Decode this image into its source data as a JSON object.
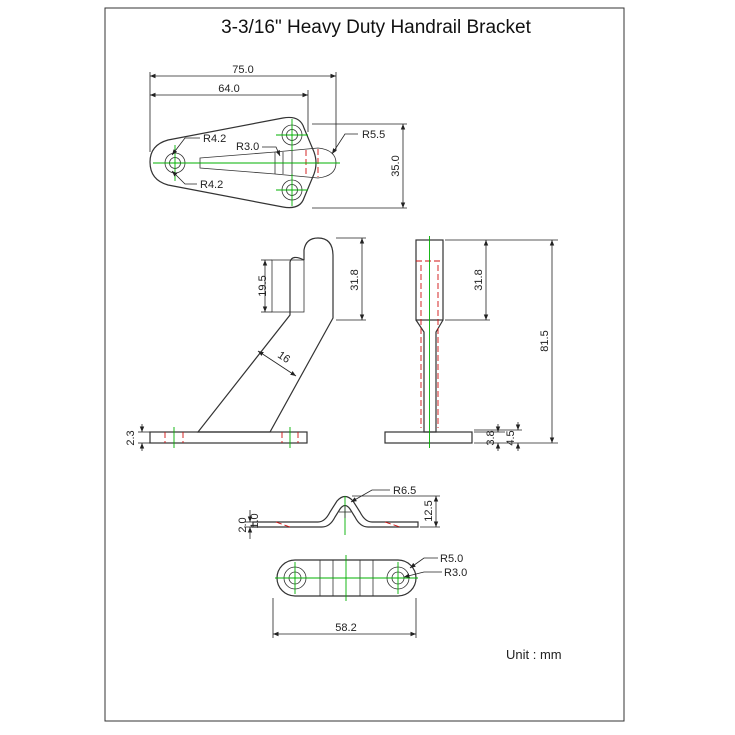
{
  "title": "3-3/16\" Heavy Duty Handrail Bracket",
  "unit_note": "Unit : mm",
  "top_view": {
    "dim_overall": "75.0",
    "dim_holes": "64.0",
    "dim_height": "35.0",
    "r_upper": "R4.2",
    "r_lower": "R4.2",
    "r_slot": "R3.0",
    "r_cup": "R5.5"
  },
  "side_view": {
    "dim_cup": "19.5",
    "dim_saddle": "31.8",
    "dim_arm": "16",
    "dim_base": "2.3"
  },
  "front_view": {
    "dim_saddle": "31.8",
    "dim_total": "81.5",
    "dim_base1": "3.8",
    "dim_base2": "4.5"
  },
  "strap_side": {
    "r_bend": "R6.5",
    "dim_h": "12.5",
    "dim_t1": "2.0",
    "dim_t2": "1.0"
  },
  "strap_top": {
    "r_outer": "R5.0",
    "r_hole": "R3.0",
    "dim_len": "58.2"
  },
  "colors": {
    "centerline": "#00b000",
    "hiddenline": "#d01010",
    "outline": "#333333"
  }
}
